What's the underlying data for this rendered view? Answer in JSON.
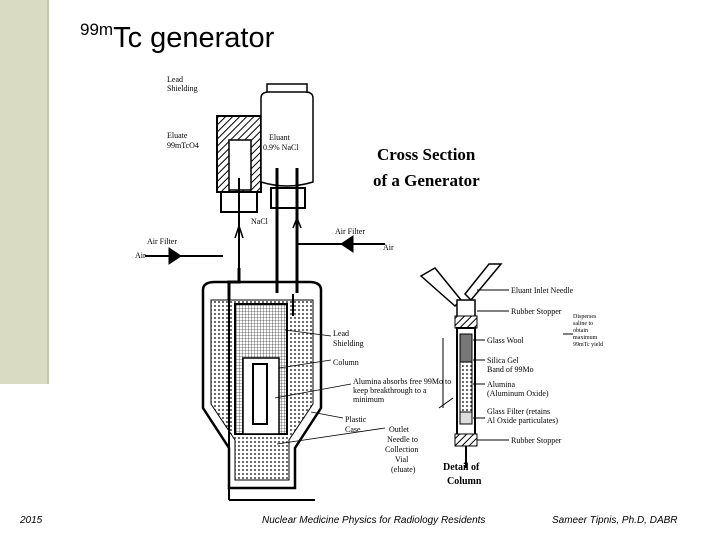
{
  "slide": {
    "title_superscript": "99m",
    "title_main": "Tc  generator",
    "footer_left": "2015",
    "footer_center": "Nuclear Medicine Physics for Radiology Residents",
    "footer_right": "Sameer Tipnis, Ph.D, DABR"
  },
  "diagram": {
    "heading_line1": "Cross Section",
    "heading_line2": "of a Generator",
    "labels": {
      "lead_shielding_top_1": "Lead",
      "lead_shielding_top_2": "Shielding",
      "eluate_1": "Eluate",
      "eluate_2": "99mTcO4",
      "eluant_1": "Eluant",
      "eluant_2": "0.9% NaCl",
      "nacl": "NaCl",
      "air_filter_left": "Air Filter",
      "air_left": "Air",
      "air_filter_right": "Air Filter",
      "air_right": "Air",
      "lead_shielding_mid_1": "Lead",
      "lead_shielding_mid_2": "Shielding",
      "column": "Column",
      "alumina_absorbs_1": "Alumina absorbs free 99Mo to",
      "alumina_absorbs_2": "keep breakthrough to a",
      "alumina_absorbs_3": "minimum",
      "plastic_case_1": "Plastic",
      "plastic_case_2": "Case",
      "outlet_1": "Outlet",
      "outlet_2": "Needle to",
      "outlet_3": "Collection",
      "outlet_4": "Vial",
      "outlet_5": "(eluate)",
      "eluant_inlet_needle": "Eluant Inlet Needle",
      "rubber_stopper_top": "Rubber Stopper",
      "glass_wool": "Glass Wool",
      "silica_gel_1": "Silica Gel",
      "silica_gel_2": "Band of 99Mo",
      "alumina_1": "Alumina",
      "alumina_2": "(Aluminum Oxide)",
      "glass_filter_1": "Glass Filter (retains",
      "glass_filter_2": "Al Oxide particulates)",
      "rubber_stopper_bottom": "Rubber Stopper",
      "disperses_1": "Disperses",
      "disperses_2": "saline to",
      "disperses_3": "obtain",
      "disperses_4": "maximum",
      "disperses_5": "99mTc yield",
      "detail_1": "Detail of",
      "detail_2": "Column"
    }
  }
}
